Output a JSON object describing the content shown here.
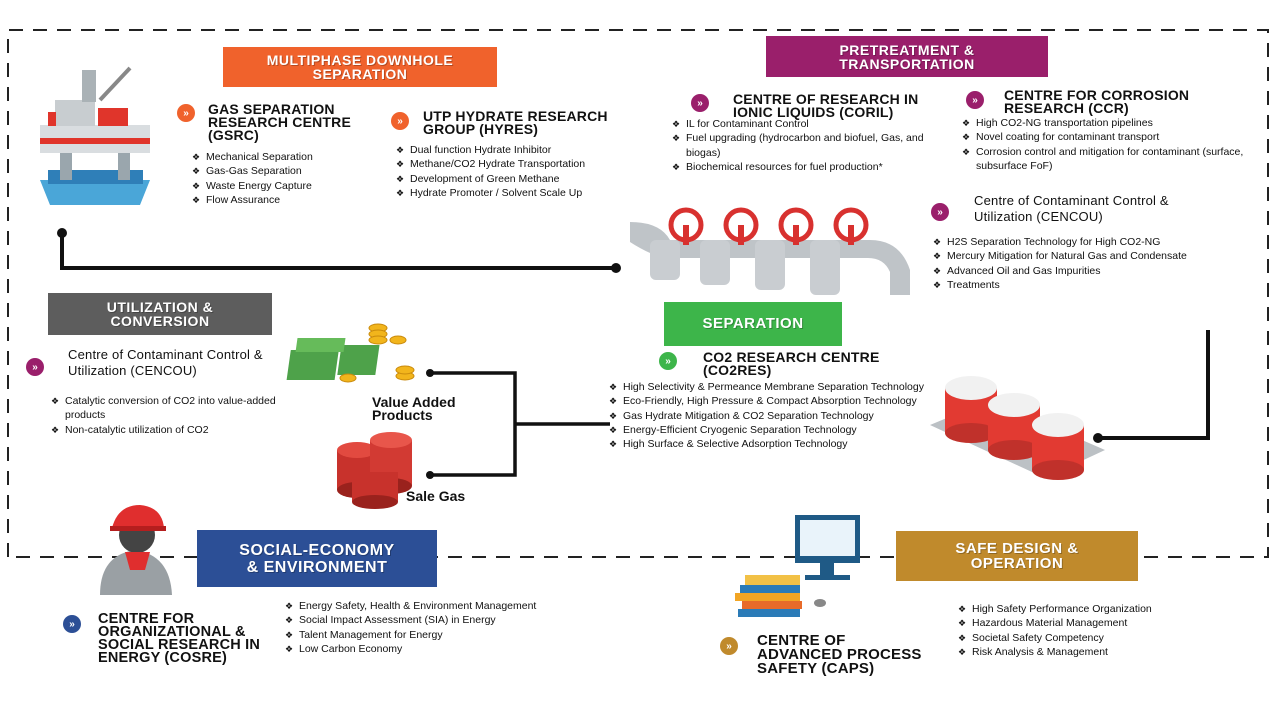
{
  "colors": {
    "multiphase": "#f0622c",
    "pretreatment": "#9a1f6b",
    "utilization": "#5d5d5d",
    "separation": "#3db54a",
    "social": "#2c4f96",
    "safe": "#c08a2c"
  },
  "banners": {
    "multiphase": "MULTIPHASE DOWNHOLE\nSEPARATION",
    "pretreatment": "PRETREATMENT &\nTRANSPORTATION",
    "utilization": "UTILIZATION &\nCONVERSION",
    "separation": "SEPARATION",
    "social": "SOCIAL-ECONOMY\n& ENVIRONMENT",
    "safe": "SAFE DESIGN &\nOPERATION"
  },
  "centres": {
    "gsrc": {
      "title": "GAS SEPARATION\nRESEARCH CENTRE\n(GSRC)",
      "items": [
        "Mechanical Separation",
        "Gas-Gas Separation",
        "Waste Energy Capture",
        "Flow Assurance"
      ]
    },
    "hyres": {
      "title": "UTP HYDRATE RESEARCH\nGROUP (HYRES)",
      "items": [
        "Dual function Hydrate Inhibitor",
        "Methane/CO2 Hydrate Transportation",
        "Development of Green Methane",
        "Hydrate Promoter / Solvent  Scale Up"
      ]
    },
    "coril": {
      "title": "CENTRE OF RESEARCH IN\nIONIC LIQUIDS (CORIL)",
      "items": [
        "IL for Contaminant Control",
        "Fuel upgrading (hydrocarbon and biofuel, Gas, and biogas)",
        "Biochemical resources for fuel production*"
      ]
    },
    "ccr": {
      "title": "CENTRE FOR CORROSION\nRESEARCH (CCR)",
      "items": [
        "High CO2-NG transportation  pipelines",
        "Novel coating for contaminant transport",
        "Corrosion  control  and  mitigation for contaminant  (surface, subsurface FoF)"
      ]
    },
    "cencou_right": {
      "title": "Centre of Contaminant Control &\nUtilization (CENCOU)",
      "items": [
        "H2S Separation Technology for High CO2-NG",
        "Mercury Mitigation for Natural Gas and Condensate",
        "Advanced Oil and Gas Impurities",
        "Treatments"
      ]
    },
    "cencou_left": {
      "title": "Centre of Contaminant Control &\nUtilization (CENCOU)",
      "items": [
        "Catalytic conversion of  CO2 into value-added products",
        "Non-catalytic utilization of CO2"
      ]
    },
    "co2res": {
      "title": "CO2 RESEARCH CENTRE\n(CO2RES)",
      "items": [
        "High Selectivity & Permeance Membrane Separation Technology",
        "Eco-Friendly, High Pressure & Compact Absorption  Technology",
        "Gas Hydrate Mitigation & CO2 Separation  Technology",
        "Energy-Efficient Cryogenic Separation Technology",
        "High Surface & Selective Adsorption  Technology"
      ]
    },
    "cosre": {
      "title": "CENTRE FOR\nORGANIZATIONAL &\nSOCIAL RESEARCH IN\nENERGY (COSRE)",
      "items": [
        "Energy Safety, Health & Environment Management",
        "Social Impact Assessment (SIA) in Energy",
        "Talent Management for Energy",
        "Low Carbon Economy"
      ]
    },
    "caps": {
      "title": "CENTRE OF\nADVANCED PROCESS\nSAFETY (CAPS)",
      "items": [
        "High Safety Performance  Organization",
        "Hazardous Material Management",
        "Societal Safety Competency",
        "Risk Analysis & Management"
      ]
    }
  },
  "products": {
    "value_added": "Value Added\nProducts",
    "sale_gas": "Sale Gas"
  },
  "icons": {
    "chevron": "»"
  }
}
